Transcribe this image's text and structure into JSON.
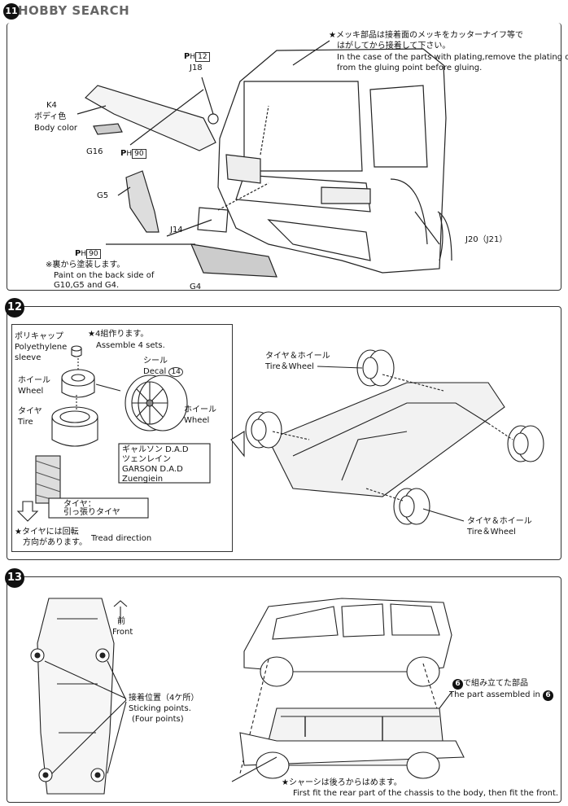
{
  "header": {
    "watermark": "HOBBY SEARCH",
    "step_prefix": "11"
  },
  "step11": {
    "plating_note_jp": "★メッキ部品は接着面のメッキをカッターナイフ等で",
    "plating_note_jp2": "はがしてから接着して下さい。",
    "plating_note_en": "In the case of the parts with plating,remove the plating off",
    "plating_note_en2": "from the gluing point before gluing.",
    "ph12": "12",
    "j18": "J18",
    "k4": "K4",
    "k4_jp": "ボディ色",
    "k4_en": "Body color",
    "g16": "G16",
    "ph90a": "90",
    "g5": "G5",
    "j14": "J14",
    "ph90b": "90",
    "back_jp": "※裏から塗装します。",
    "back_en1": "Paint on the back side of",
    "back_en2": "G10,G5 and G4.",
    "g4": "G4",
    "j20": "J20（J21）"
  },
  "step12": {
    "num": "12",
    "poly_jp": "ポリキャップ",
    "poly_en1": "Polyethylene",
    "poly_en2": "sleeve",
    "assemble_jp": "★4組作ります。",
    "assemble_en": "Assemble 4 sets.",
    "wheel_jp": "ホイール",
    "wheel_en": "Wheel",
    "tire_jp": "タイヤ",
    "tire_en": "Tire",
    "decal_jp": "シール",
    "decal_en": "Decal",
    "decal_no": "14",
    "wheel2_jp": "ホイール",
    "wheel2_en": "Wheel",
    "garson_jp1": "ギャルソン D.A.D",
    "garson_jp2": "ツェンレイン",
    "garson_en1": "GARSON D.A.D",
    "garson_en2": "Zuengiein",
    "tire_stretch1": "タイヤ：",
    "tire_stretch2": "引っ張りタイヤ",
    "dir_jp1": "★タイヤには回転",
    "dir_jp2": "方向があります。",
    "dir_en": "Tread direction",
    "tw_top_jp": "タイヤ＆ホイール",
    "tw_top_en": "Tire＆Wheel",
    "tw_bot_jp": "タイヤ＆ホイール",
    "tw_bot_en": "Tire＆Wheel"
  },
  "step13": {
    "num": "13",
    "front_jp": "前",
    "front_en": "Front",
    "stick_jp": "接着位置（4ケ所）",
    "stick_en1": "Sticking points.",
    "stick_en2": "(Four points)",
    "part6_num": "6",
    "part6_jp": "で組み立てた部品",
    "part6_en": "The part assembled in",
    "chassis_jp": "★シャーシは後ろからはめます。",
    "chassis_en": "First fit the rear part of the chassis to the body, then fit the front."
  }
}
